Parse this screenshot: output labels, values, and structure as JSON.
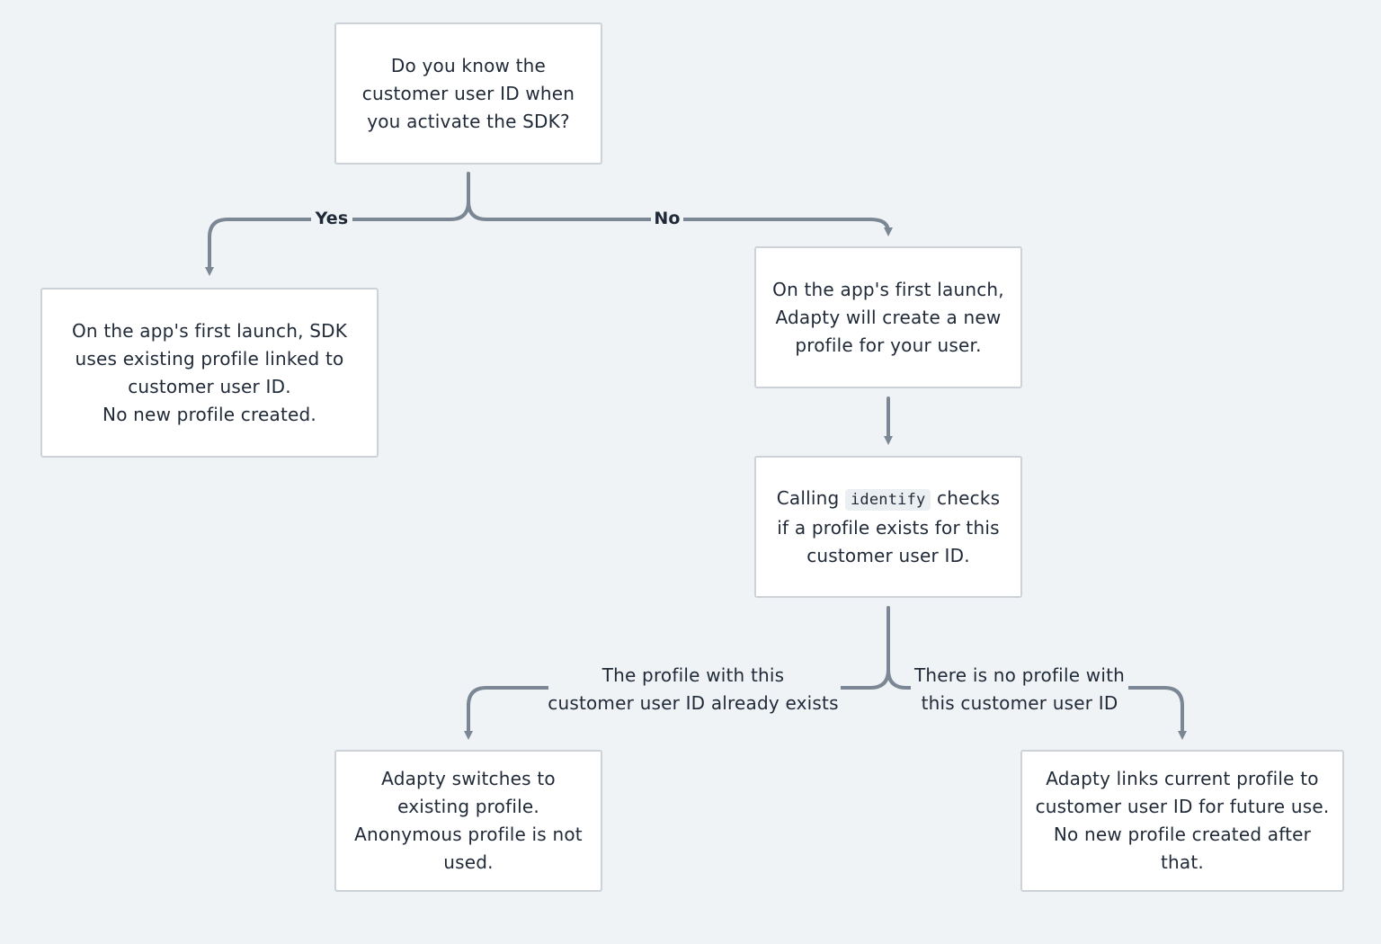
{
  "nodes": {
    "question": {
      "lines": [
        "Do you know the",
        "customer user ID when",
        "you activate the SDK?"
      ]
    },
    "yes_result": {
      "lines": [
        "On the app's first launch, SDK",
        "uses existing profile linked to",
        "customer user ID.",
        "No new profile created."
      ]
    },
    "no_result": {
      "lines": [
        "On the app's first launch,",
        "Adapty will create a new",
        "profile for your user."
      ]
    },
    "identify": {
      "before": "Calling",
      "code": "identify",
      "after": "checks",
      "line2": "if a profile exists for this",
      "line3": "customer user ID."
    },
    "exists_result": {
      "lines": [
        "Adapty switches to",
        "existing profile.",
        "Anonymous profile is not",
        "used."
      ]
    },
    "not_exists_result": {
      "lines": [
        "Adapty links current profile to",
        "customer user ID for future use.",
        "No new profile created after",
        "that."
      ]
    }
  },
  "edges": {
    "yes_label": "Yes",
    "no_label": "No",
    "exists_label": [
      "The profile with this",
      "customer user ID already exists"
    ],
    "not_exists_label": [
      "There is no profile with",
      "this customer user ID"
    ]
  },
  "colors": {
    "background": "#eff3f6",
    "connector": "#7b8794",
    "box_border": "#ccd2d8",
    "text": "#1f2937"
  }
}
